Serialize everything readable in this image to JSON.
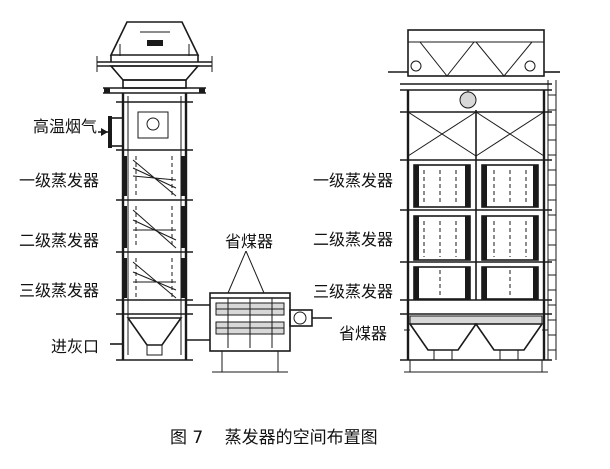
{
  "labels": {
    "flue_gas": "高温烟气",
    "left_stage1": "一级蒸发器",
    "left_stage2": "二级蒸发器",
    "left_stage3": "三级蒸发器",
    "ash_inlet": "进灰口",
    "economizer_top": "省煤器",
    "right_stage1": "一级蒸发器",
    "right_stage2": "二级蒸发器",
    "right_stage3": "三级蒸发器",
    "right_economizer": "省煤器"
  },
  "caption": {
    "figure_number": "图 7",
    "title": "蒸发器的空间布置图"
  },
  "colors": {
    "ink": "#1a1a1a",
    "paper": "#ffffff",
    "shade": "#d8d8d8"
  }
}
